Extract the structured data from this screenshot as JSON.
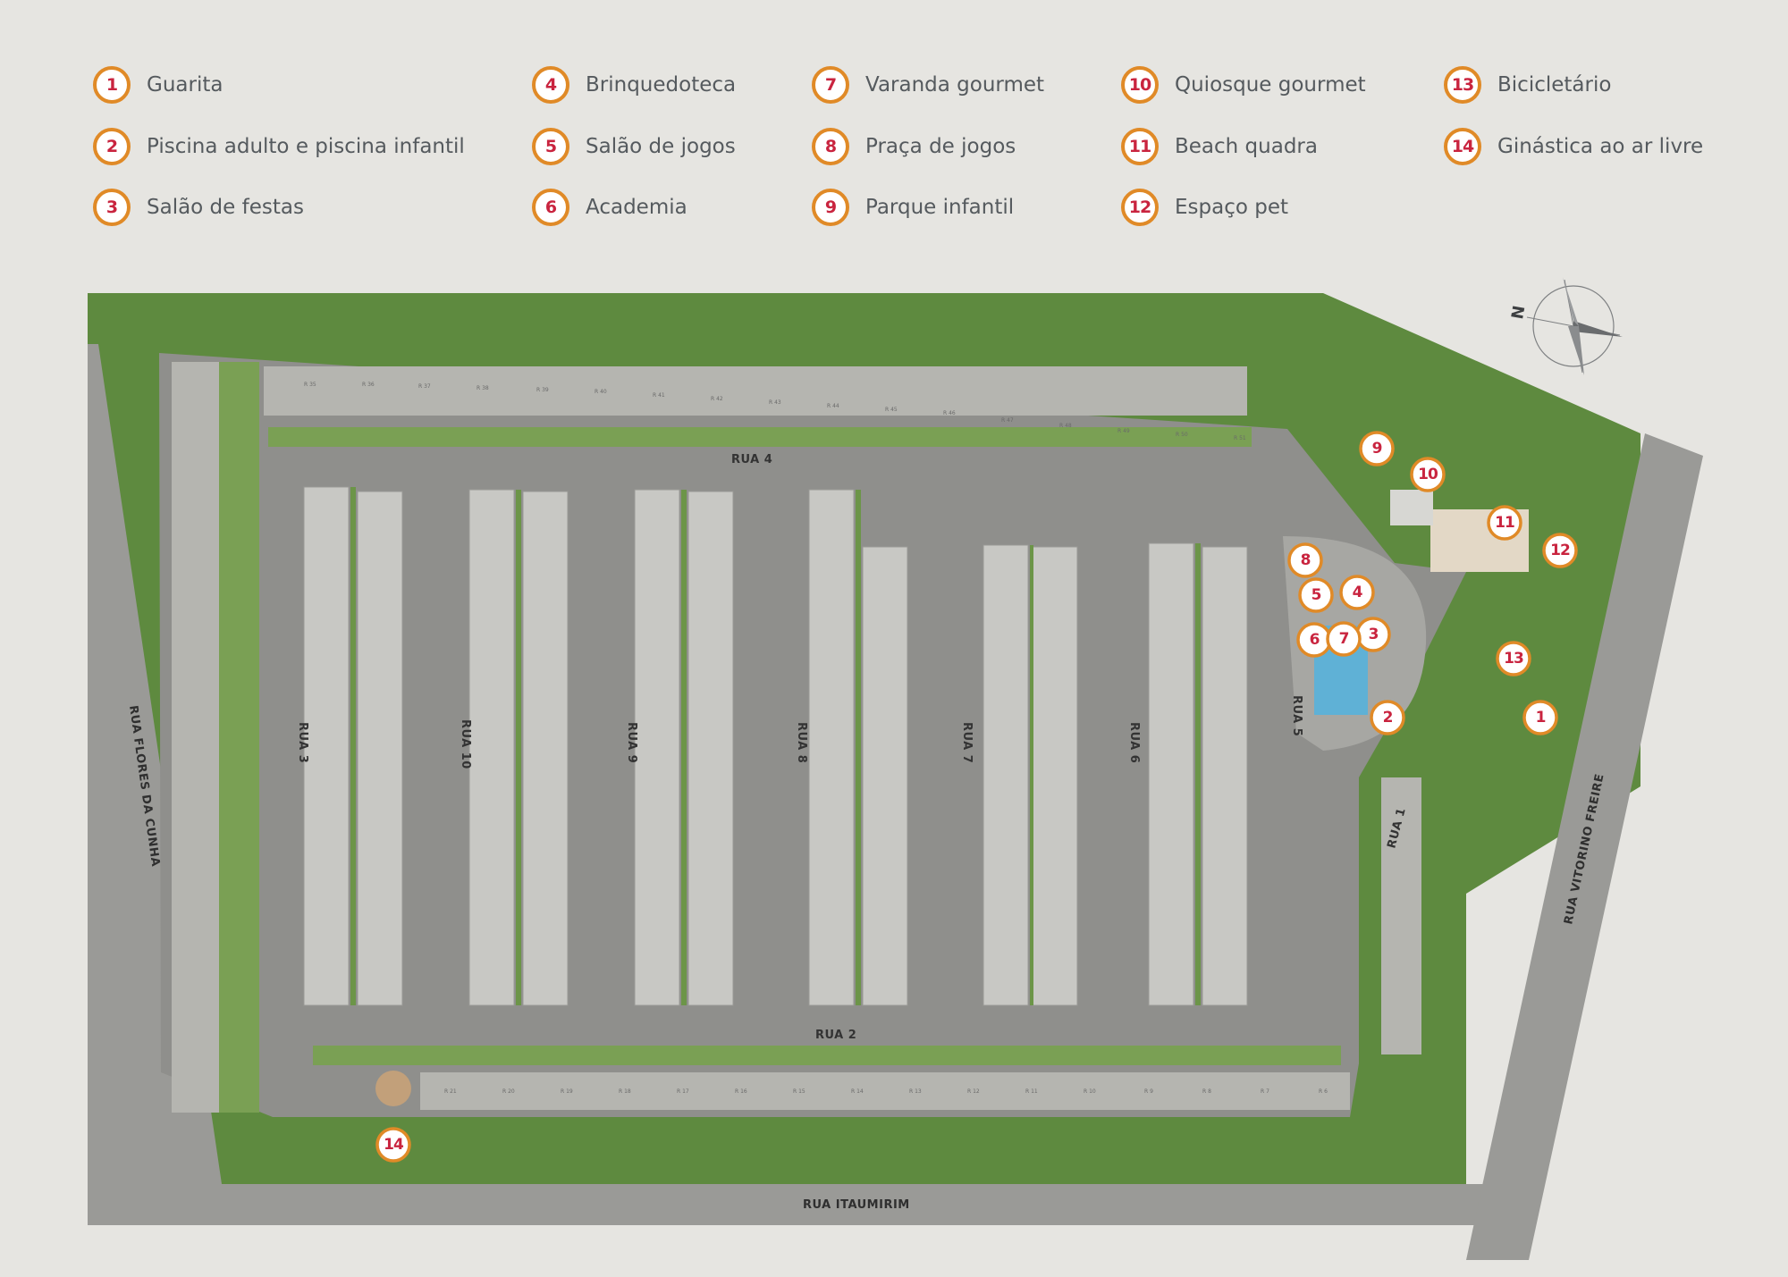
{
  "legend": [
    {
      "num": "1",
      "label": "Guarita"
    },
    {
      "num": "2",
      "label": "Piscina adulto e piscina infantil"
    },
    {
      "num": "3",
      "label": "Salão de festas"
    },
    {
      "num": "4",
      "label": "Brinquedoteca"
    },
    {
      "num": "5",
      "label": "Salão de jogos"
    },
    {
      "num": "6",
      "label": "Academia"
    },
    {
      "num": "7",
      "label": "Varanda gourmet"
    },
    {
      "num": "8",
      "label": "Praça de jogos"
    },
    {
      "num": "9",
      "label": "Parque infantil"
    },
    {
      "num": "10",
      "label": "Quiosque gourmet"
    },
    {
      "num": "11",
      "label": "Beach quadra"
    },
    {
      "num": "12",
      "label": "Espaço pet"
    },
    {
      "num": "13",
      "label": "Bicicletário"
    },
    {
      "num": "14",
      "label": "Ginástica ao ar livre"
    }
  ],
  "streets": {
    "rua1": "RUA 1",
    "rua2": "RUA 2",
    "rua3": "RUA 3",
    "rua4": "RUA 4",
    "rua5": "RUA 5",
    "rua6": "RUA 6",
    "rua7": "RUA 7",
    "rua8": "RUA 8",
    "rua9": "RUA 9",
    "rua10": "RUA 10"
  },
  "external_roads": {
    "west": "RUA FLORES DA CUNHA",
    "south": "RUA ITAUMIRIM",
    "east": "RUA VITORINO FREIRE"
  },
  "compass": {
    "north_label": "N"
  },
  "colors": {
    "lawn": "#5e8a3f",
    "road": "#8f8f8c",
    "external_road": "#9a9a97",
    "badge_border": "#e08a27",
    "badge_number": "#c9243f"
  }
}
